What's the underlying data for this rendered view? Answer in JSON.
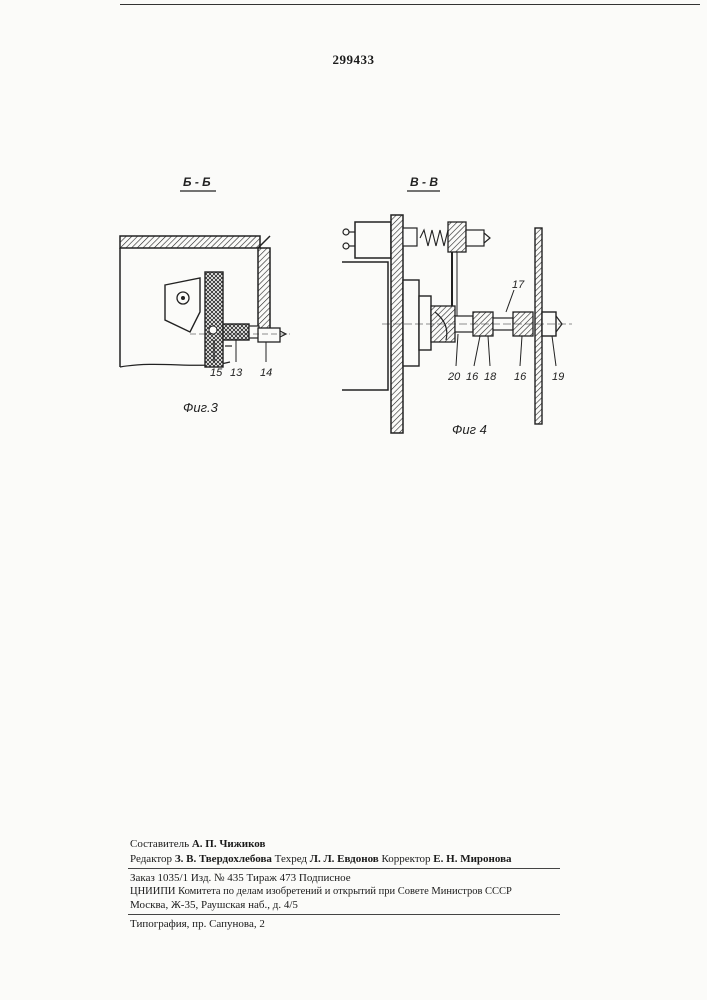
{
  "document": {
    "patent_number": "299433",
    "fig3": {
      "section_label": "Б - Б",
      "caption": "Фиг.3",
      "part_labels": [
        "15",
        "13",
        "14"
      ]
    },
    "fig4": {
      "section_label": "В - В",
      "caption": "Фиг 4",
      "part_labels": [
        "17",
        "20",
        "16",
        "18",
        "16",
        "19"
      ]
    },
    "footer": {
      "compiler": {
        "label": "Составитель",
        "name": "А. П. Чижиков"
      },
      "editor": {
        "label": "Редактор",
        "name": "З. В. Твердохлебова"
      },
      "techred": {
        "label": "Техред",
        "name": "Л. Л. Евдонов"
      },
      "corrector": {
        "label": "Корректор",
        "name": "Е. Н. Миронова"
      },
      "order": "Заказ 1035/1",
      "edition": "Изд. № 435",
      "circulation": "Тираж 473",
      "subscription": "Подписное",
      "institute_line": "ЦНИИПИ Комитета по делам изобретений и открытий при Совете Министров СССР",
      "address_line": "Москва, Ж-35, Раушская наб., д. 4/5",
      "printing": "Типография, пр. Сапунова, 2"
    }
  }
}
